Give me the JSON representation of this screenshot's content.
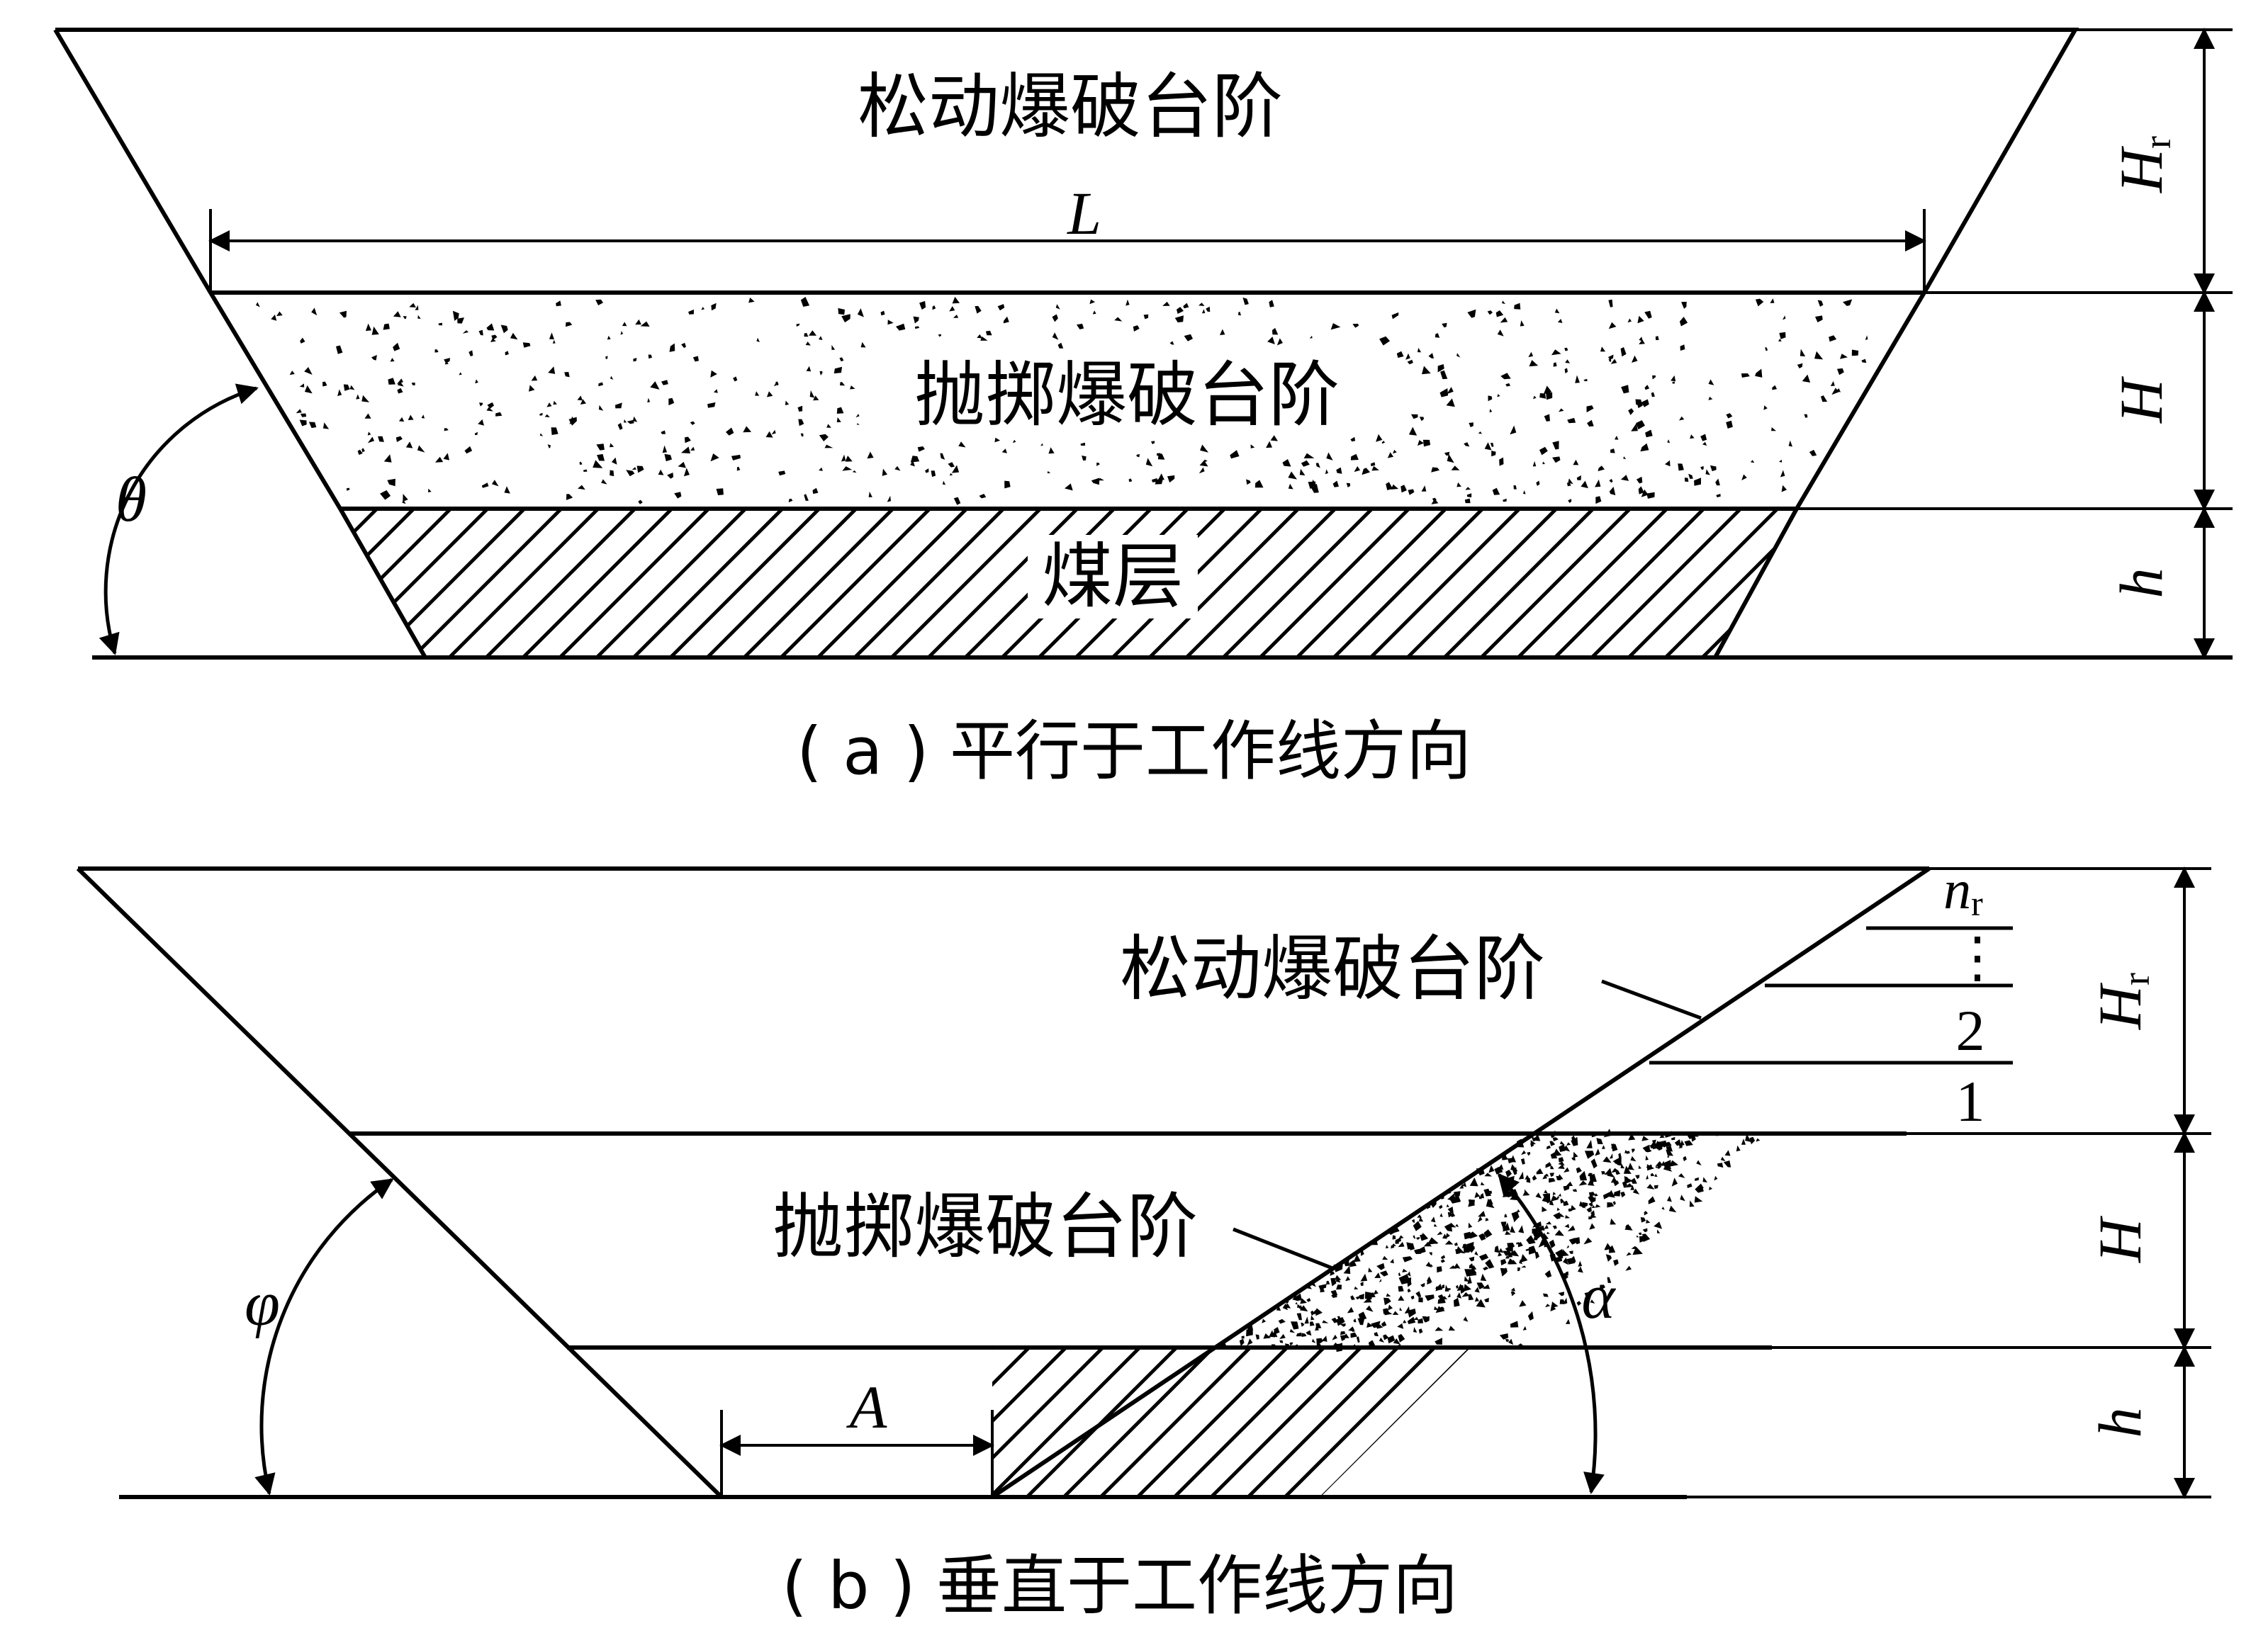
{
  "panel_a": {
    "label_loose": "松动爆破台阶",
    "label_cast": "抛掷爆破台阶",
    "label_coal": "煤层",
    "dim_L": "L",
    "dim_H": "H",
    "dim_Hr": "H",
    "dim_Hr_sub": "r",
    "dim_h": "h",
    "angle": "θ",
    "caption": "( a ) 平行于工作线方向"
  },
  "panel_b": {
    "label_loose": "松动爆破台阶",
    "label_cast": "抛掷爆破台阶",
    "dim_A": "A",
    "dim_H": "H",
    "dim_Hr": "H",
    "dim_Hr_sub": "r",
    "dim_h": "h",
    "angle_left": "φ",
    "angle_right": "α",
    "layer_n": "n",
    "layer_n_sub": "r",
    "layer_dots": "⋮",
    "layer_2": "2",
    "layer_1": "1",
    "caption": "( b ) 垂直于工作线方向"
  }
}
